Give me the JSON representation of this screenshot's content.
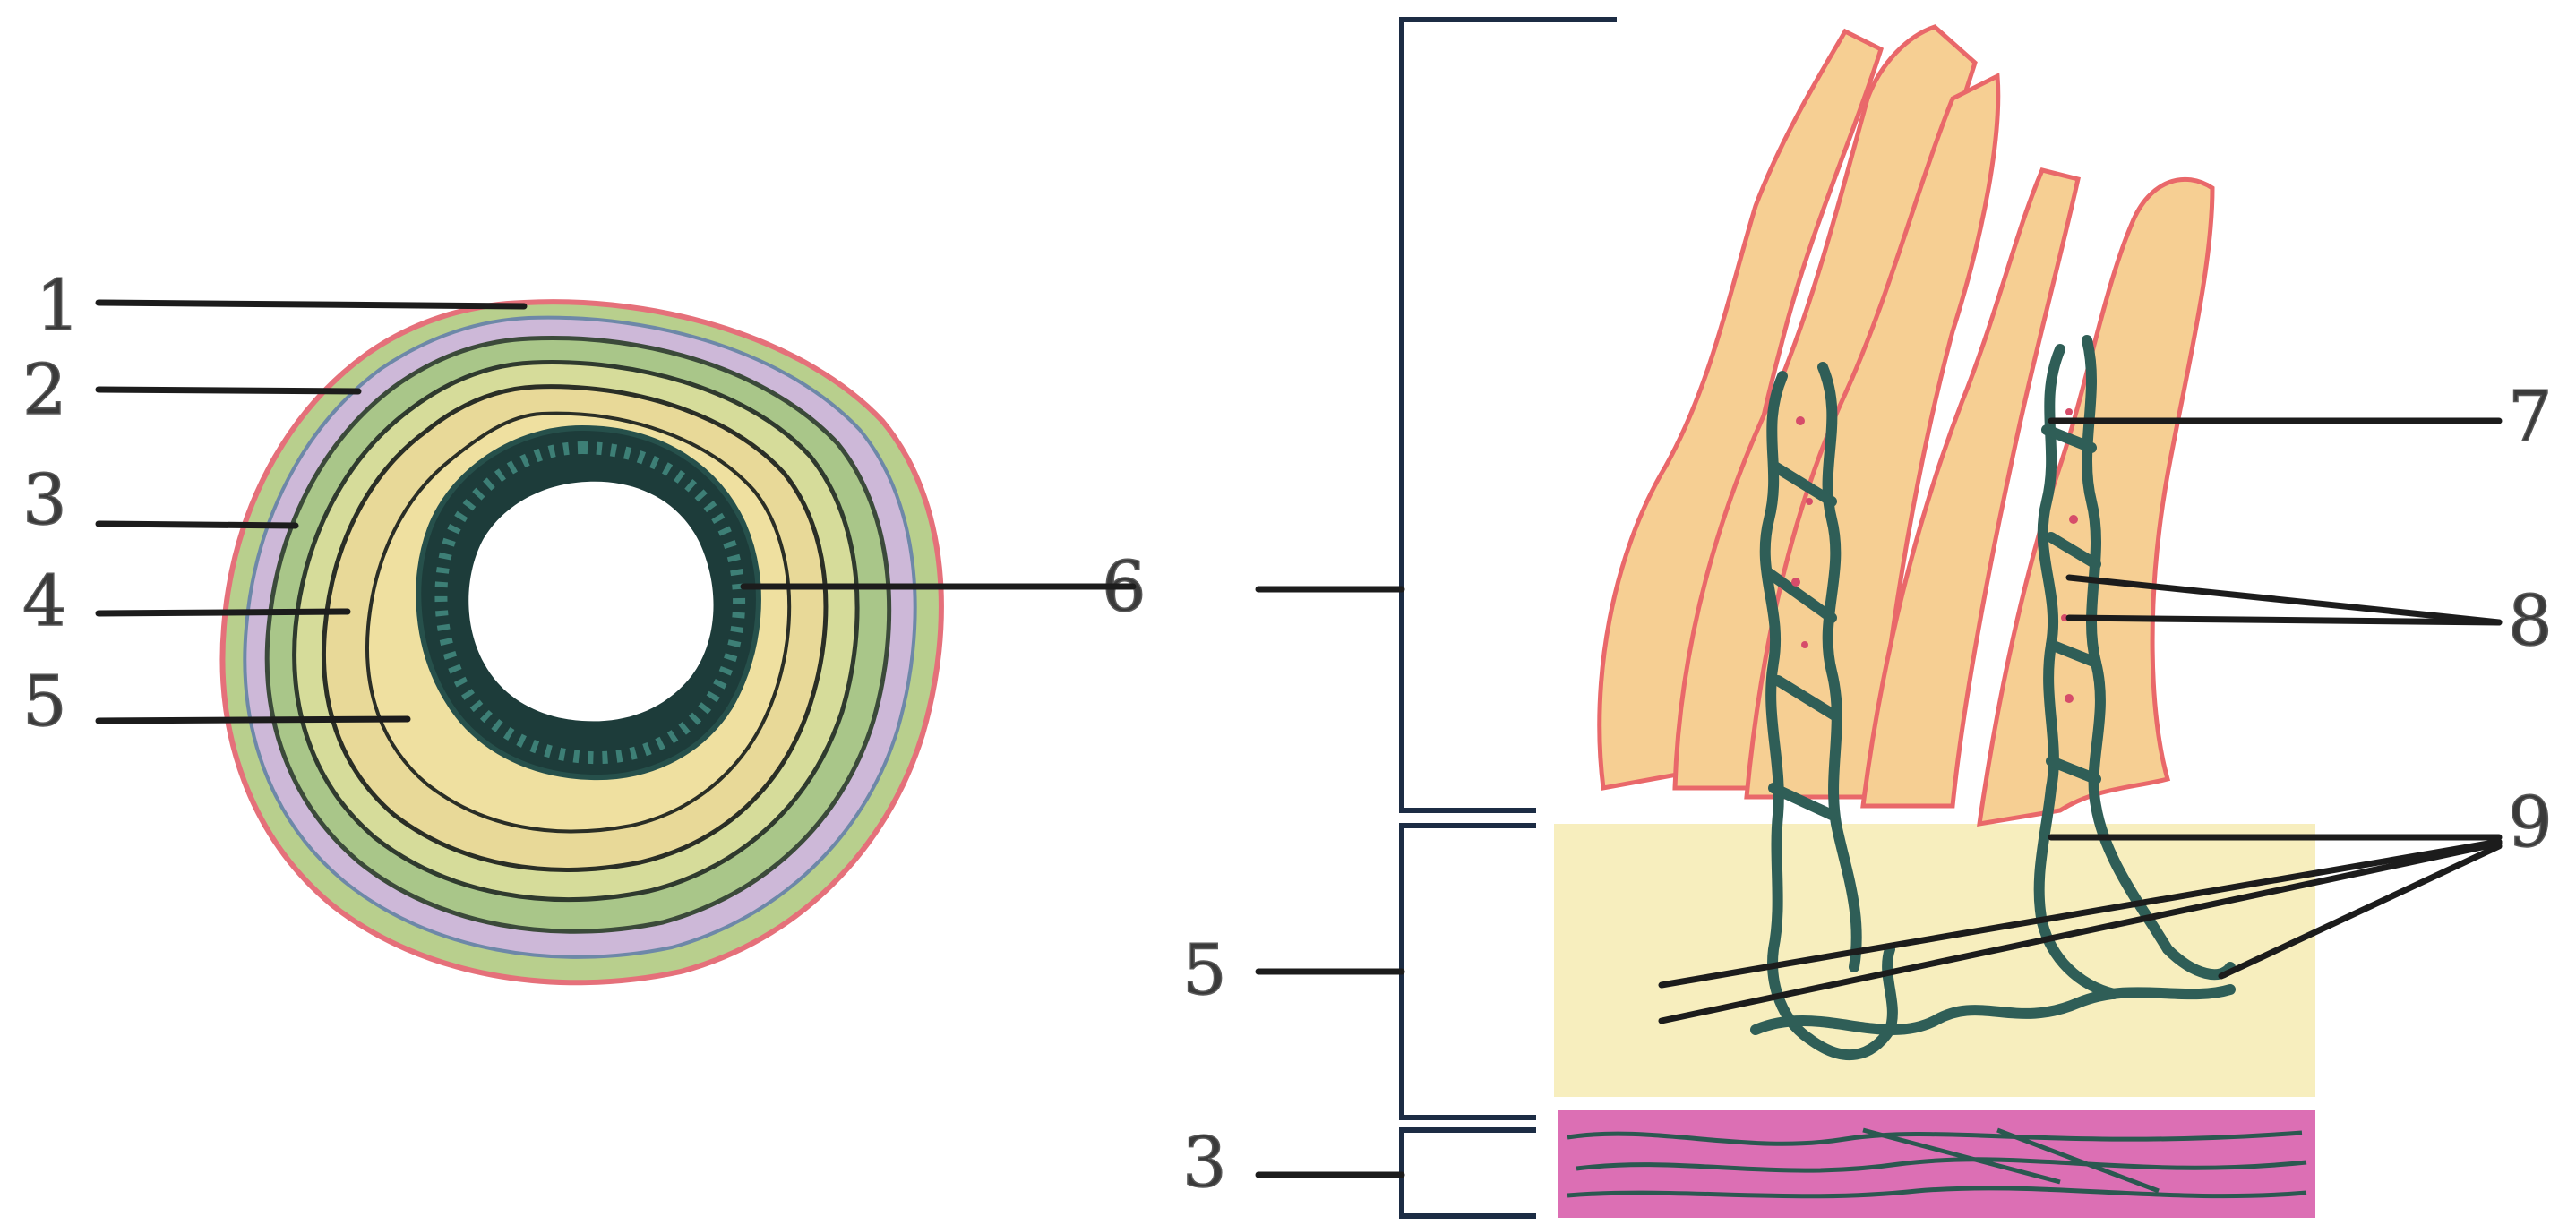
{
  "colors": {
    "villus_fill": "#f6cf93",
    "villus_edge": "#e9686a",
    "lamina_propria": "#f7eebe",
    "muscularis": "#dc6fb4",
    "vessel": "#2f5e57",
    "ring_dark": "#1d3c3a",
    "label_line": "#1c1c1c"
  },
  "left_figure": {
    "labels": [
      "1",
      "2",
      "3",
      "4",
      "5"
    ]
  },
  "right_figure": {
    "bracket_labels": [
      "6",
      "5",
      "3"
    ],
    "pointer_labels": [
      "7",
      "8",
      "9"
    ]
  }
}
